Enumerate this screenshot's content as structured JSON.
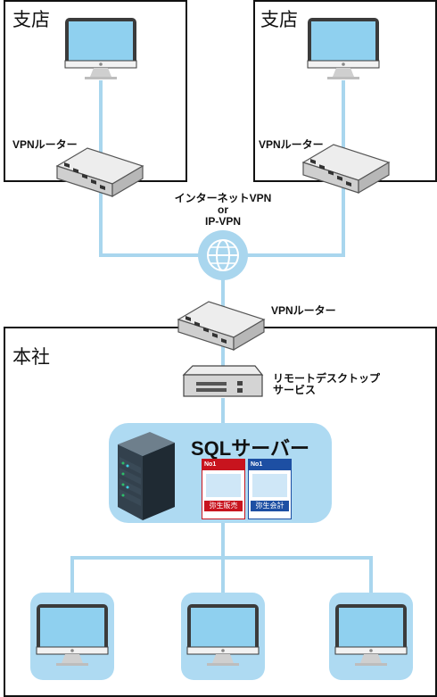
{
  "branches": [
    {
      "title": "支店",
      "router_label": "VPNルーター"
    },
    {
      "title": "支店",
      "router_label": "VPNルーター"
    }
  ],
  "internet": {
    "line1": "インターネットVPN",
    "line2": "or",
    "line3": "IP-VPN"
  },
  "hq": {
    "title": "本社",
    "router_label": "VPNルーター",
    "rds_label_line1": "リモートデスクトップ",
    "rds_label_line2": "サービス",
    "sql_title": "SQLサーバー",
    "products": [
      {
        "badge": "No1",
        "name": "弥生販売",
        "accent": "#c8141e"
      },
      {
        "badge": "No1",
        "name": "弥生会計",
        "accent": "#1d4fa3"
      }
    ]
  },
  "colors": {
    "line": "#a9d6ee",
    "panel": "#aedaf2",
    "screen": "#8fd0ef",
    "device": "#e6e6e6",
    "outline": "#111111"
  }
}
